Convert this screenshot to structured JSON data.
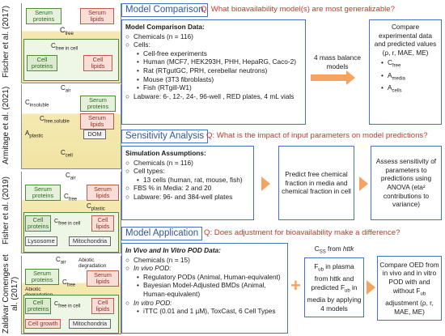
{
  "left_models": [
    {
      "author": "Fischer et al. (2017)",
      "serum": "Serum proteins",
      "lipids": "Serum lipids",
      "cfree": "C",
      "cfree_sub": "free",
      "cfree_cell": "C",
      "cfree_cell_sub": "free in cell",
      "cell_proteins": "Cell proteins",
      "cell_lipids": "Cell lipids"
    },
    {
      "author": "Armitage et al. (2021)",
      "cair": "C",
      "cair_sub": "air",
      "cinsol": "C",
      "cinsol_sub": "insoluble",
      "cfreesol": "C",
      "cfreesol_sub": "free,soluble",
      "aplastic": "A",
      "aplastic_sub": "plastic",
      "serum": "Serum proteins",
      "lipids": "Serum lipids",
      "dom": "DOM",
      "ccell": "C",
      "ccell_sub": "cell"
    },
    {
      "author": "Fisher et al. (2019)",
      "cair": "C",
      "cair_sub": "air",
      "serum": "Serum proteins",
      "lipids": "Serum lipids",
      "cfree": "C",
      "cfree_sub": "free",
      "cplastic": "C",
      "cplastic_sub": "plastic",
      "cell_proteins": "Cell proteins",
      "cfree_cell": "C",
      "cfree_cell_sub": "free in cell",
      "cell_lipids": "Cell lipids",
      "lysosome": "Lysosome",
      "mito": "Mitochondria"
    },
    {
      "author": "Zaldivar Comenges et al. (2017)",
      "cair": "C",
      "cair_sub": "air",
      "abiotic": "Abiotic degradation",
      "serum": "Serum proteins",
      "lipids": "Serum lipids",
      "cfree": "C",
      "cfree_sub": "free",
      "abiotic2": "Abiotic degradation",
      "cell_proteins": "Cell proteins",
      "cfree_cell": "C",
      "cfree_cell_sub": "free in cell",
      "cell_lipids": "Cell lipids",
      "cell_growth": "Cell growth",
      "mito": "Mitochondria"
    }
  ],
  "sections": {
    "comparison": {
      "title": "Model Comparison",
      "question": "Q: What bioavailability model(s) are most generalizable?",
      "panel_heading": "Model Comparison Data:",
      "items": [
        "Chemicals (n = 116)",
        "Cells:"
      ],
      "cells_sub": [
        "Cell-free experiments",
        "Human (MCF7, HEK293H, PHH, HepaRG, Caco-2)",
        "Rat (RTgutGC, PRH, cerebellar neutrons)",
        "Mouse (3T3 fibroblasts)",
        "Fish (RTgill-W1)"
      ],
      "labware": "Labware: 6-, 12-, 24-, 96-well , RED plates, 4 mL vials",
      "middle": "4 mass balance models",
      "right_lines": [
        "Compare experimental data and predicted values",
        "(ρ, r, MAE, ME)"
      ],
      "right_bullets": [
        [
          "C",
          "free"
        ],
        [
          "A",
          "media"
        ],
        [
          "A",
          "cells"
        ]
      ]
    },
    "sensitivity": {
      "title": "Sensitivity Analysis",
      "question": "Q: What is the impact of input parameters on model predictions?",
      "panel_heading": "Simulation Assumptions:",
      "items": [
        "Chemicals (n = 116)",
        "Cell types:",
        "FBS % in Media: 2 and 20",
        "Labware: 96- and 384-well plates"
      ],
      "cells_sub": [
        "13 cells (human, rat, mouse, fish)"
      ],
      "middle": "Predict free chemical fraction in media and chemical fraction in cell",
      "right": "Assess sensitivity of parameters to predictions using ANOVA (eta² contributions to variance)"
    },
    "application": {
      "title": "Model Application",
      "question": "Q: Does adjustment for bioavailability make a difference?",
      "panel_heading": "In Vivo and In Vitro POD Data:",
      "chemicals": "Chemicals (n = 15)",
      "invivo_label": "In vivo POD:",
      "invivo_sub": [
        "Regulatory PODs (Animal, Human-equivalent)",
        "Bayesian Model-Adjusted BMDs (Animal, Human-equivalent)"
      ],
      "invitro_label": "In vitro POD:",
      "invitro_sub": [
        "iTTC (0.01 and 1 µM), ToxCast, 6 Cell Types"
      ],
      "css_line": "C",
      "css_sub": "SS",
      "css_from": " from ",
      "httk": "httk",
      "fub_text": "F",
      "fub_sub": "ub",
      "fub_rest": " in plasma from httk and predicted F",
      "fub_rest2": " in media by applying 4 models",
      "right": "Compare OED from in vivo and in vitro POD with and without F",
      "right_tail": " adjustment (ρ, r, MAE, ME)"
    }
  },
  "colors": {
    "accent": "#4472c4",
    "question": "#c0392b",
    "arrow": "#f4a460",
    "medium": "#f1e3a3"
  }
}
